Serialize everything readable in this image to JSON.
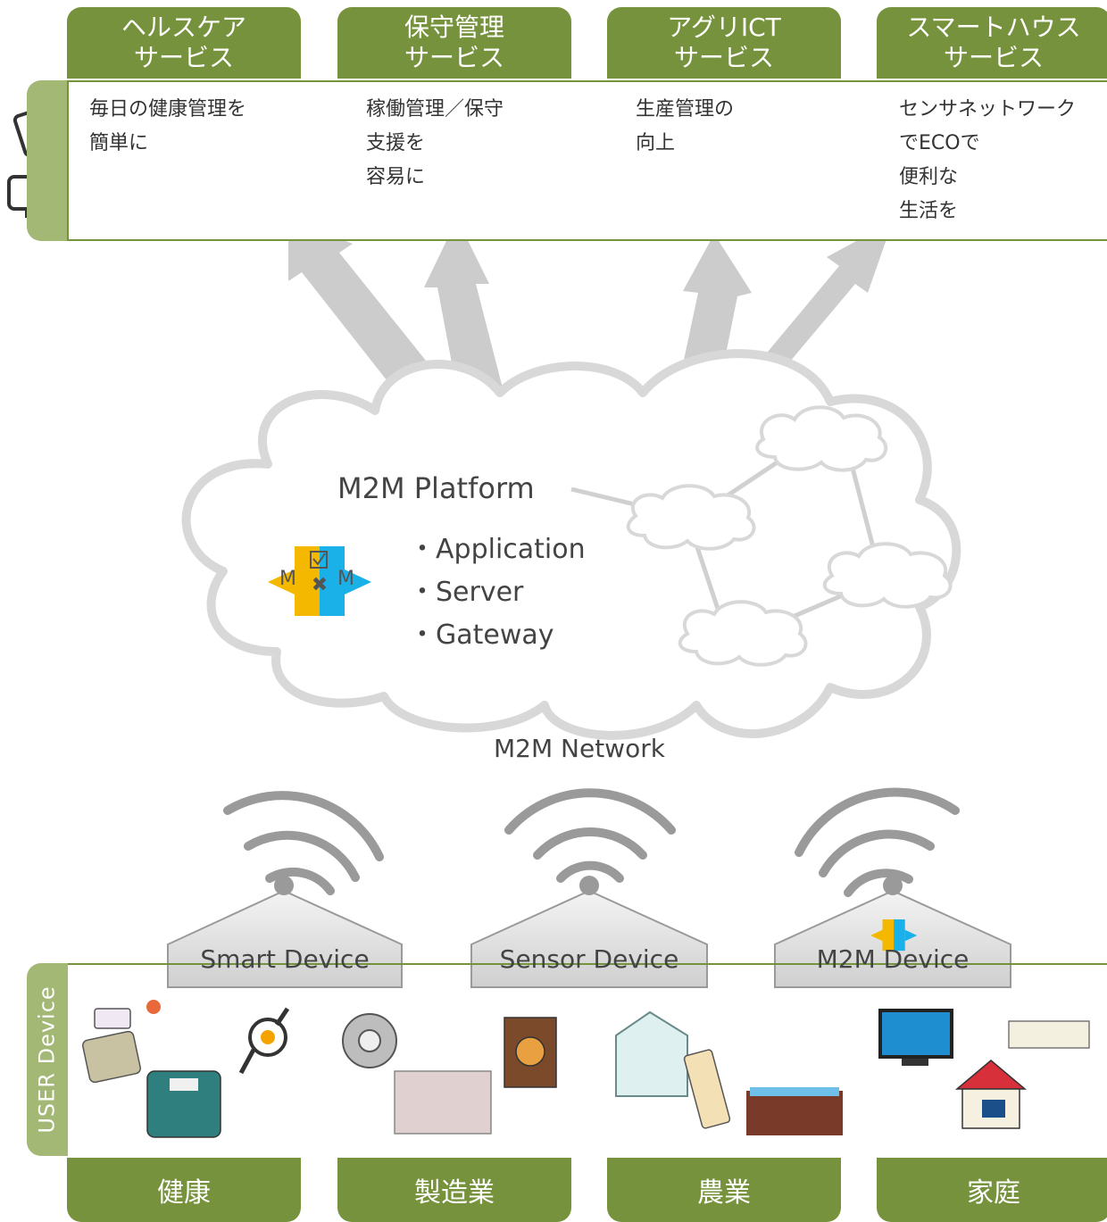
{
  "services": [
    {
      "line1": "ヘルスケア",
      "line2": "サービス",
      "desc": [
        "毎日の健康管理を",
        "簡単に"
      ]
    },
    {
      "line1": "保守管理",
      "line2": "サービス",
      "desc": [
        "稼働管理／保守",
        "支援を",
        "容易に"
      ]
    },
    {
      "line1": "アグリICT",
      "line2": "サービス",
      "desc": [
        "生産管理の",
        "向上"
      ]
    },
    {
      "line1": "スマートハウス",
      "line2": "サービス",
      "desc": [
        "センサネットワーク",
        "でECOで",
        "便利な",
        "生活を"
      ]
    }
  ],
  "platform": {
    "title": "M2M Platform",
    "items": [
      "・Application",
      "・Server",
      "・Gateway"
    ],
    "logo": {
      "left": "M",
      "right": "M"
    }
  },
  "network_label": "M2M Network",
  "devices": [
    "Smart Device",
    "Sensor Device",
    "M2M Device"
  ],
  "user_device_label": "USER Device",
  "categories": [
    "健康",
    "製造業",
    "農業",
    "家庭"
  ],
  "colors": {
    "brand_green": "#76923c",
    "light_green": "#a3b875",
    "logo_yellow": "#f5b800",
    "logo_cyan": "#1ab0e8"
  }
}
